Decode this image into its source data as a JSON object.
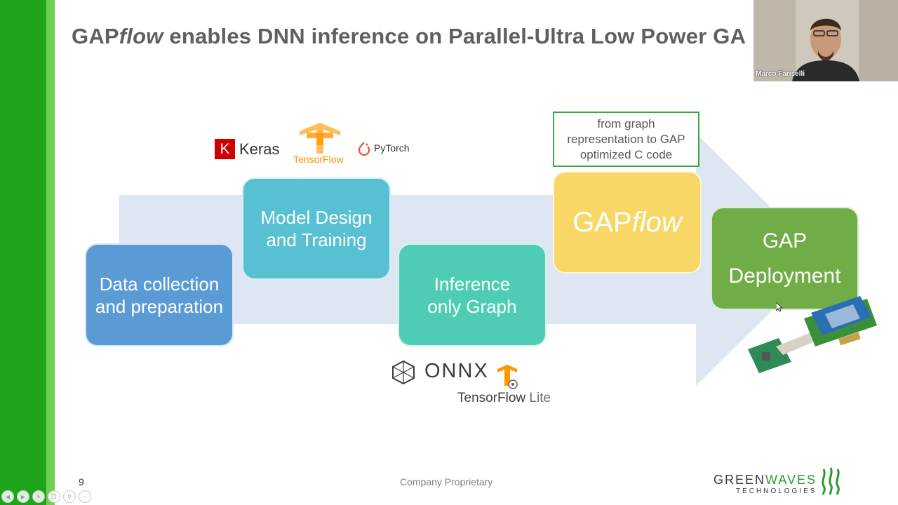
{
  "slide": {
    "title_prefix": "GAP",
    "title_italic": "flow",
    "title_rest": " enables DNN inference on Parallel-Ultra Low Power GA",
    "page_number": "9",
    "footer_text": "Company Proprietary"
  },
  "pipeline": {
    "data_collection": "Data collection and preparation",
    "model_design": "Model Design and Training",
    "inference_graph": "Inference only Graph",
    "gapflow_prefix": "GAP",
    "gapflow_italic": "flow",
    "gap_deployment_line1": "GAP",
    "gap_deployment_line2": "Deployment",
    "callout": "from graph representation to GAP optimized C code"
  },
  "frameworks": {
    "keras_letter": "K",
    "keras": "Keras",
    "tensorflow": "TensorFlow",
    "pytorch": "PyTorch",
    "onnx": "ONNX",
    "tensorflow_lite_main": "TensorFlow",
    "tensorflow_lite_suffix": " Lite"
  },
  "branding": {
    "company_green": "GREEN",
    "company_waves": "WAVES",
    "company_sub": "TECHNOLOGIES"
  },
  "webcam": {
    "participant_name": "Marco Fariselli"
  },
  "player_controls": [
    "previous-icon",
    "next-icon",
    "pen-icon",
    "copy-icon",
    "zoom-icon",
    "more-icon"
  ],
  "colors": {
    "green_bar": "#1ea51b",
    "green_bar_light": "#6fcf4e",
    "arrow": "#dde6f2",
    "data_box": "#5b9bd5",
    "model_box": "#57c1d3",
    "inference_box": "#4fcdb4",
    "gapflow_box": "#f9d766",
    "deploy_box": "#70ad47"
  }
}
